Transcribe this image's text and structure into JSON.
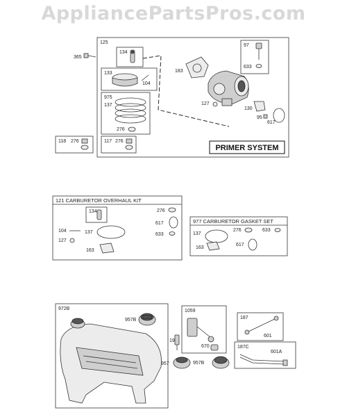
{
  "watermark": "AppliancePartsPros.com",
  "section1": {
    "box_label": "125",
    "title": "PRIMER SYSTEM",
    "labels": {
      "l365": "365",
      "l134": "134",
      "l133": "133",
      "l104": "104",
      "l975": "975",
      "l137": "137",
      "l276a": "276",
      "l183": "183",
      "l127": "127",
      "l97": "97",
      "l633": "633",
      "l130": "130",
      "l95": "95",
      "l617": "617",
      "l118": "118",
      "l276b": "276",
      "l117": "117",
      "l276c": "276"
    }
  },
  "section2": {
    "kit_title": "121 CARBURETOR OVERHAUL KIT",
    "labels": {
      "l134": "134",
      "l276": "276",
      "l104": "104",
      "l137": "137",
      "l617": "617",
      "l127": "127",
      "l633": "633",
      "l163": "163"
    }
  },
  "section3": {
    "kit_title": "977 CARBURETOR GASKET SET",
    "labels": {
      "l137": "137",
      "l276": "276",
      "l633": "633",
      "l163": "163",
      "l617": "617"
    }
  },
  "section4": {
    "labels": {
      "l972b": "972B",
      "l957b": "957B",
      "l1059": "1059",
      "l190": "190",
      "l670": "670",
      "l957b2": "957B",
      "l957": "957",
      "l187": "187",
      "l601": "601",
      "l187c": "187C",
      "l601a": "601A"
    }
  }
}
